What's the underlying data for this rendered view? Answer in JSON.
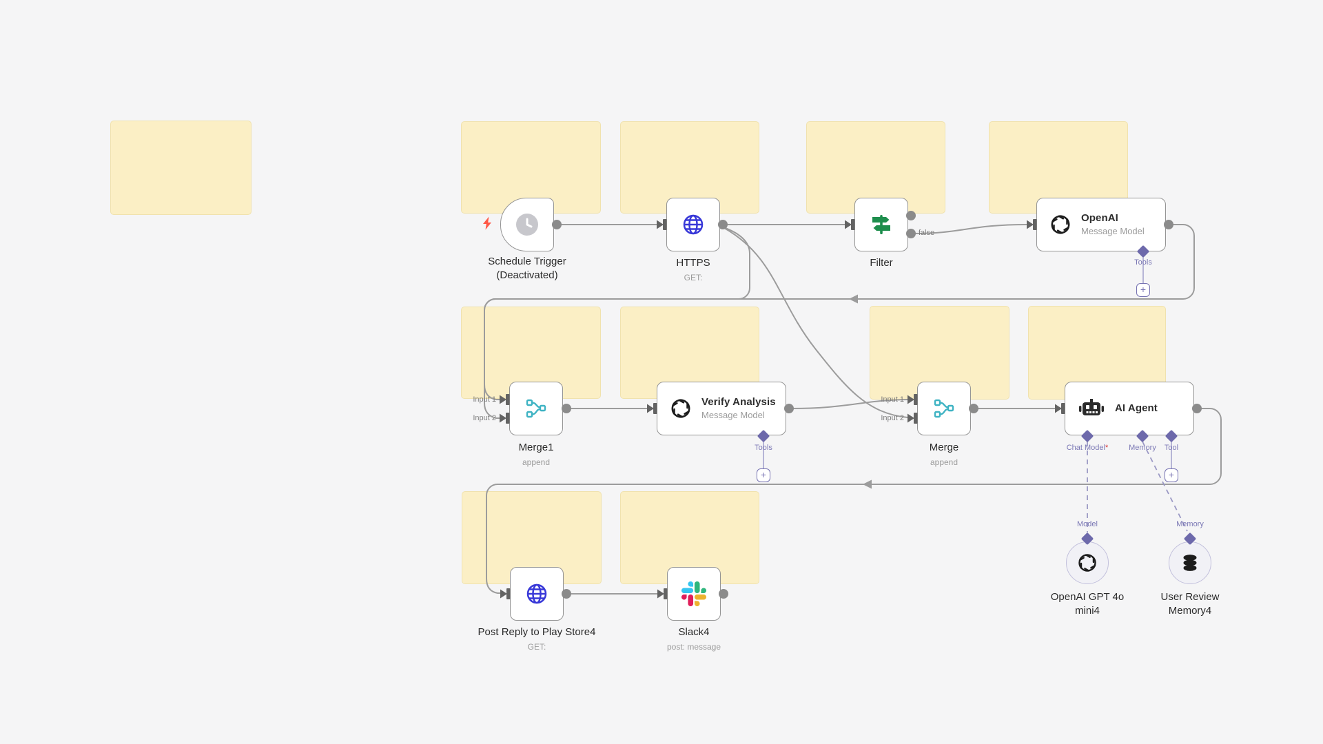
{
  "colors": {
    "canvas_bg": "#f5f5f6",
    "sticky_fill": "#fbefc5",
    "node_border": "#949494",
    "wire_gray": "#9c9c9c",
    "accent_purple": "#6d69ab",
    "globe_blue": "#3838d8",
    "filter_green": "#1e8e4d",
    "merge_teal": "#3fb3c3",
    "bolt_red": "#ff5847",
    "slack_blue": "#36C5F0",
    "slack_green": "#2EB67D",
    "slack_yellow": "#ECB22E",
    "slack_red": "#E01E5A"
  },
  "nodes": {
    "schedule_trigger": {
      "name_line1": "Schedule Trigger",
      "name_line2": "(Deactivated)",
      "icon": "clock-icon"
    },
    "https": {
      "name": "HTTPS",
      "operation": "GET:",
      "icon": "globe-icon"
    },
    "filter": {
      "name": "Filter",
      "icon": "signpost-icon",
      "false_output_label": "false"
    },
    "openai": {
      "name": "OpenAI",
      "subtitle": "Message Model",
      "icon": "openai-icon",
      "tools_port_label": "Tools"
    },
    "merge1": {
      "name": "Merge1",
      "operation": "append",
      "icon": "merge-icon",
      "input1_label": "Input 1",
      "input2_label": "Input 2"
    },
    "verify_analysis": {
      "name": "Verify Analysis",
      "subtitle": "Message Model",
      "icon": "openai-icon",
      "tools_port_label": "Tools"
    },
    "merge": {
      "name": "Merge",
      "operation": "append",
      "icon": "merge-icon",
      "input1_label": "Input 1",
      "input2_label": "Input 2"
    },
    "ai_agent": {
      "name": "AI Agent",
      "icon": "robot-icon",
      "chat_model_port_label": "Chat Model",
      "chat_model_required_mark": "*",
      "memory_port_label": "Memory",
      "tool_port_label": "Tool"
    },
    "openai_chat_model": {
      "name_line1": "OpenAI GPT 4o",
      "name_line2": "mini4",
      "icon": "openai-icon",
      "port_label": "Model"
    },
    "user_review_memory": {
      "name_line1": "User Review",
      "name_line2": "Memory4",
      "icon": "database-icon",
      "port_label": "Memory"
    },
    "post_reply": {
      "name": "Post Reply to Play Store4",
      "operation": "GET:",
      "icon": "globe-icon"
    },
    "slack": {
      "name": "Slack4",
      "operation": "post: message",
      "icon": "slack-icon"
    }
  },
  "ui": {
    "add_button_label": "+"
  }
}
